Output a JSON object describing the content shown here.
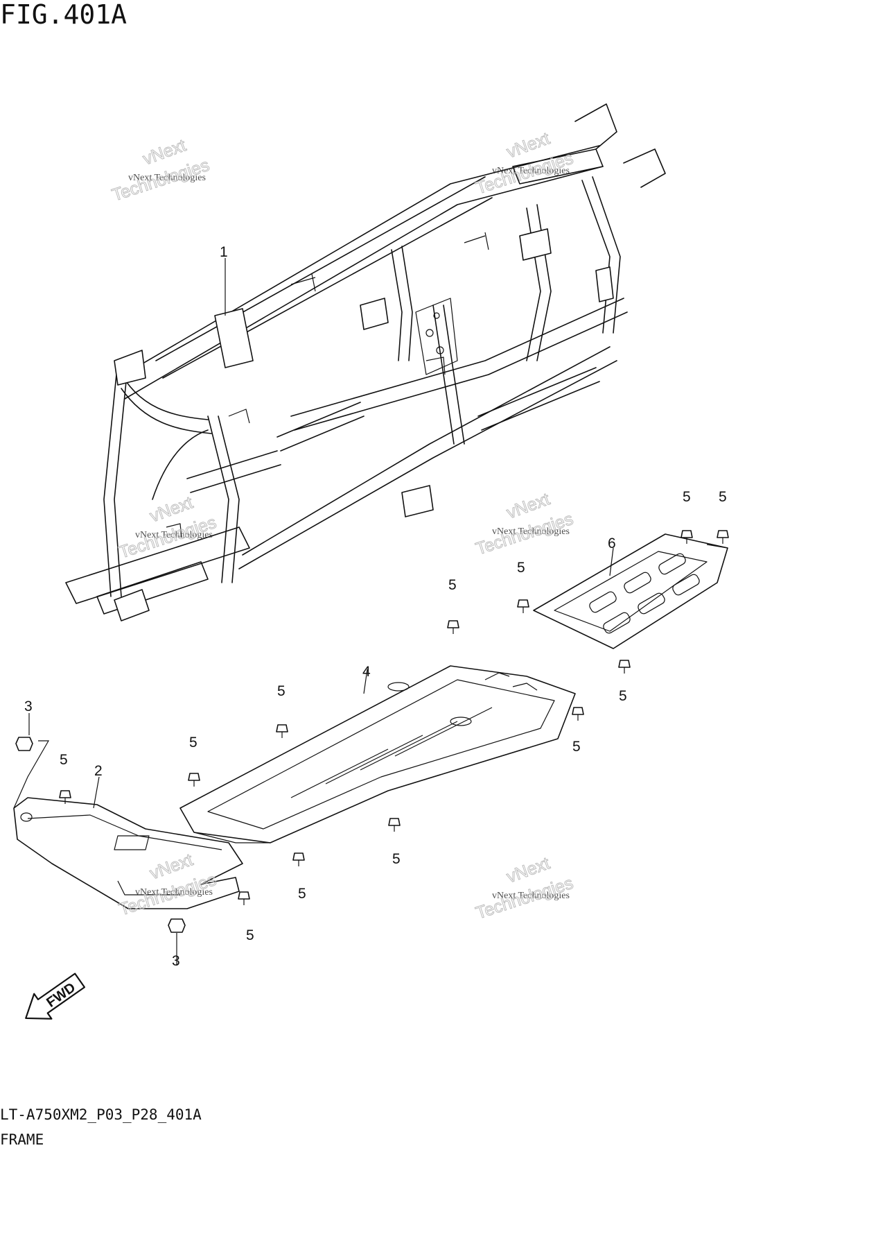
{
  "figure": {
    "title": "FIG.401A",
    "code": "LT-A750XM2_P03_P28_401A",
    "name": "FRAME"
  },
  "direction_badge": {
    "label": "FWD"
  },
  "watermark": {
    "line1": "vNext Technologies",
    "line2": "vNext",
    "line3": "Technologies"
  },
  "callouts": {
    "frame": "1",
    "front_guard": "2",
    "nut_top": "3",
    "nut_bottom": "3",
    "center_guard": "4",
    "rear_guard": "6",
    "bolt": "5"
  }
}
